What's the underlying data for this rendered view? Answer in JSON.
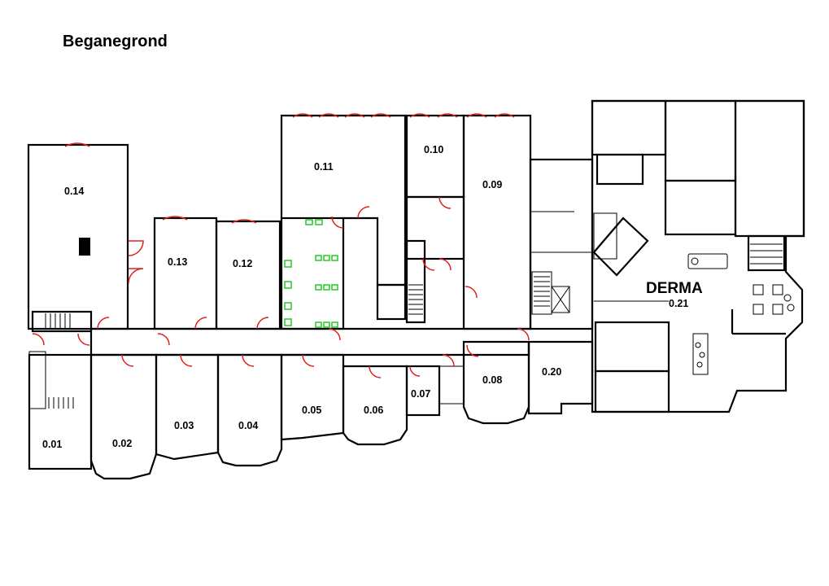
{
  "title": "Beganegrond",
  "colors": {
    "wall": "#000000",
    "door": "#e02020",
    "sanitary": "#22cc22",
    "background": "#ffffff"
  },
  "rooms": [
    {
      "id": "0.01",
      "label": "0.01"
    },
    {
      "id": "0.02",
      "label": "0.02"
    },
    {
      "id": "0.03",
      "label": "0.03"
    },
    {
      "id": "0.04",
      "label": "0.04"
    },
    {
      "id": "0.05",
      "label": "0.05"
    },
    {
      "id": "0.06",
      "label": "0.06"
    },
    {
      "id": "0.07",
      "label": "0.07"
    },
    {
      "id": "0.08",
      "label": "0.08"
    },
    {
      "id": "0.09",
      "label": "0.09"
    },
    {
      "id": "0.10",
      "label": "0.10"
    },
    {
      "id": "0.11",
      "label": "0.11"
    },
    {
      "id": "0.12",
      "label": "0.12"
    },
    {
      "id": "0.13",
      "label": "0.13"
    },
    {
      "id": "0.14",
      "label": "0.14"
    },
    {
      "id": "0.20",
      "label": "0.20"
    },
    {
      "id": "0.21",
      "label": "0.21"
    }
  ],
  "tenant": "DERMA"
}
